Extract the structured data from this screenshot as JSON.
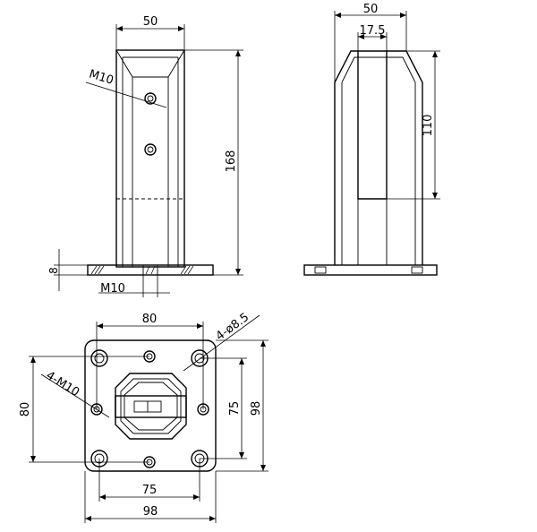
{
  "front_view": {
    "width_label": "50",
    "height_label": "168",
    "thread_label": "M10",
    "base_thickness_label": "8",
    "bottom_thread_label": "M10"
  },
  "side_view": {
    "width_label": "50",
    "slot_label": "17.5",
    "slot_height_label": "110"
  },
  "plan_view": {
    "top_span_label": "80",
    "hole_label": "4-ø8.5",
    "left_span_label": "80",
    "thread_holes_label": "4-M10",
    "inner_height_label": "75",
    "outer_height_label": "98",
    "inner_width_label": "75",
    "outer_width_label": "98"
  }
}
